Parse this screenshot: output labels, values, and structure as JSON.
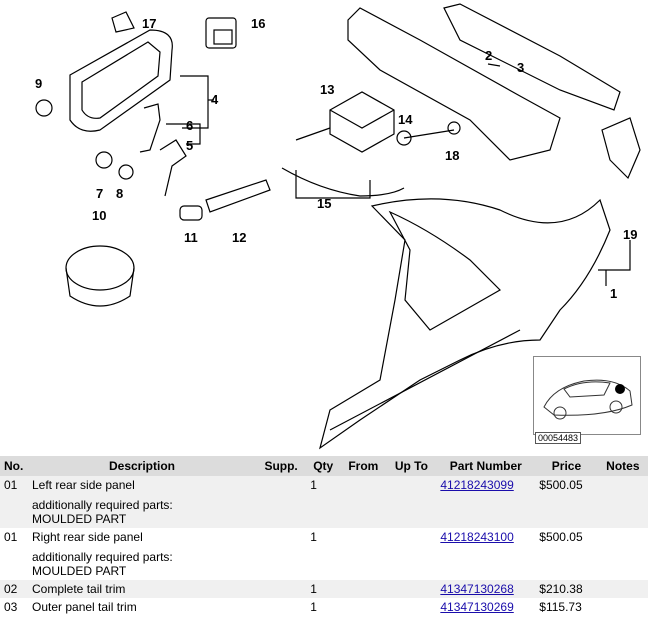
{
  "diagram": {
    "callouts": [
      "17",
      "16",
      "9",
      "4",
      "2",
      "3",
      "13",
      "14",
      "6",
      "5",
      "18",
      "7",
      "8",
      "10",
      "15",
      "11",
      "12",
      "19",
      "1"
    ],
    "thumbnail_id": "00054483"
  },
  "table": {
    "headers": [
      "No.",
      "Description",
      "Supp.",
      "Qty",
      "From",
      "Up To",
      "Part Number",
      "Price",
      "Notes"
    ],
    "rows": [
      {
        "no": "01",
        "desc": "Left rear side panel",
        "extra_label": "additionally required parts:",
        "extra_value": "MOULDED PART",
        "qty": "1",
        "part": "41218243099",
        "price": "$500.05"
      },
      {
        "no": "01",
        "desc": "Right rear side panel",
        "extra_label": "additionally required parts:",
        "extra_value": "MOULDED PART",
        "qty": "1",
        "part": "41218243100",
        "price": "$500.05"
      },
      {
        "no": "02",
        "desc": "Complete tail trim",
        "qty": "1",
        "part": "41347130268",
        "price": "$210.38"
      },
      {
        "no": "03",
        "desc": "Outer panel tail trim",
        "qty": "1",
        "part": "41347130269",
        "price": "$115.73"
      }
    ]
  }
}
